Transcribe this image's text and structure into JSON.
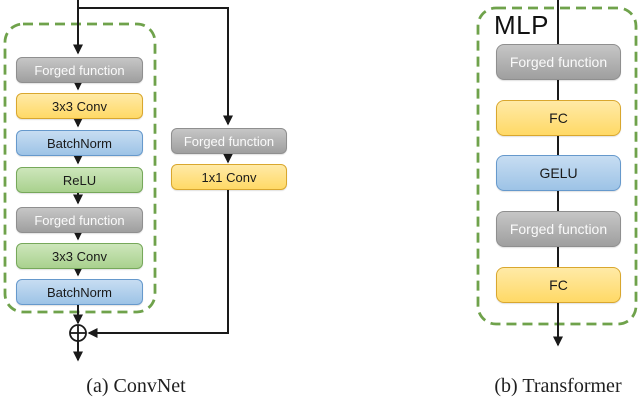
{
  "palette": {
    "block_gray": "#a6a6a6",
    "block_yellow": "#ffd966",
    "block_blue": "#9dc3e6",
    "block_green": "#a9d18e",
    "dashed_box_green": "#6fa24b",
    "connector": "#1a1a1a"
  },
  "icons": {
    "sum_node": "circle-plus"
  },
  "convnet": {
    "caption": "(a) ConvNet",
    "main_blocks": [
      {
        "label": "Forged function",
        "color": "gray"
      },
      {
        "label": "3x3 Conv",
        "color": "yellow"
      },
      {
        "label": "BatchNorm",
        "color": "blue"
      },
      {
        "label": "ReLU",
        "color": "green"
      },
      {
        "label": "Forged function",
        "color": "gray"
      },
      {
        "label": "3x3 Conv",
        "color": "green"
      },
      {
        "label": "BatchNorm",
        "color": "blue"
      }
    ],
    "shortcut_blocks": [
      {
        "label": "Forged function",
        "color": "gray"
      },
      {
        "label": "1x1 Conv",
        "color": "yellow"
      }
    ]
  },
  "transformer": {
    "title": "MLP",
    "caption": "(b) Transformer",
    "blocks": [
      {
        "label": "Forged function",
        "color": "gray"
      },
      {
        "label": "FC",
        "color": "yellow"
      },
      {
        "label": "GELU",
        "color": "blue"
      },
      {
        "label": "Forged function",
        "color": "gray"
      },
      {
        "label": "FC",
        "color": "yellow"
      }
    ]
  }
}
